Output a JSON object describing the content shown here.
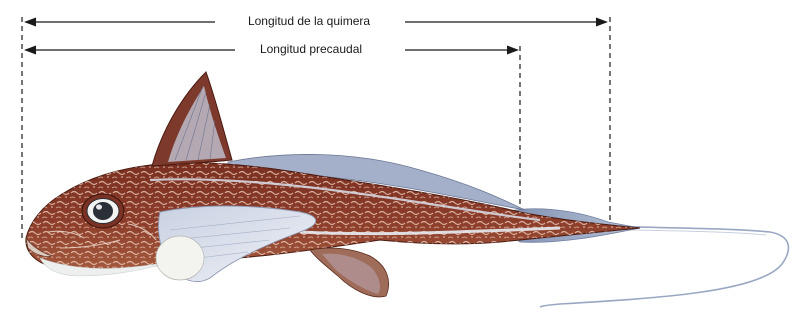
{
  "diagram": {
    "measure_total_label": "Longitud de la quimera",
    "measure_precaudal_label": "Longitud precaudal",
    "colors": {
      "line": "#1a1a1a",
      "body_brown": "#8a3a28",
      "body_dark": "#5a2116",
      "belly": "#e9ece9",
      "fin_blue": "#a9b6cf",
      "fin_pale": "#dfe4ee",
      "stripe": "#b9c3d8",
      "eye_dark": "#2b2f37"
    },
    "icons": {
      "fish": "chimaera-fish-illustration"
    }
  }
}
